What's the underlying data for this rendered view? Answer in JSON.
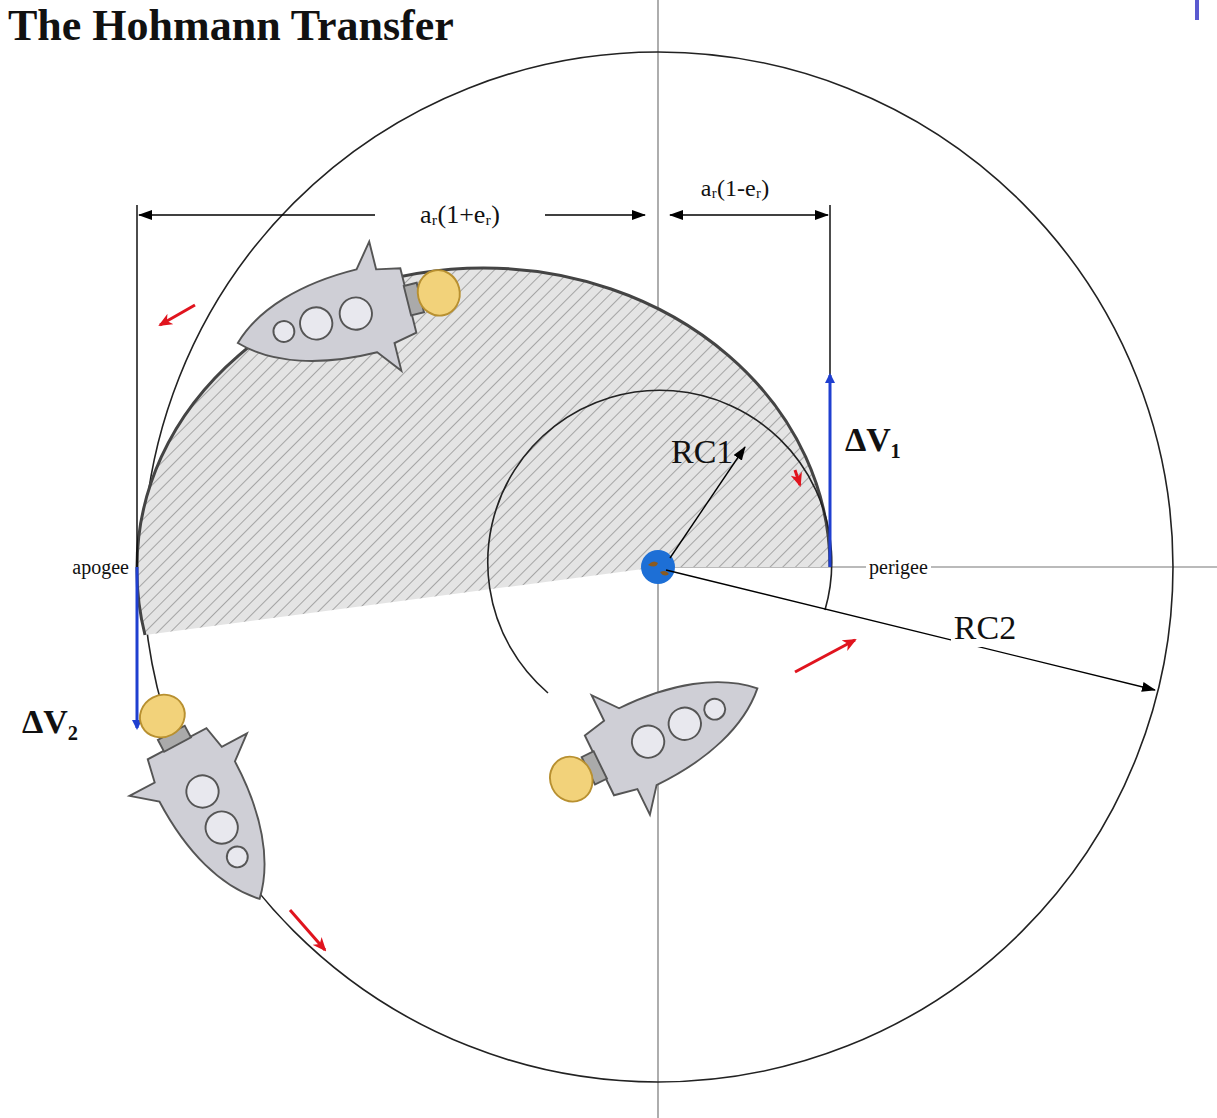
{
  "diagram": {
    "title": "The Hohmann Transfer",
    "labels": [
      "aᵣ(1+eᵣ)",
      "aᵣ(1-eᵣ)",
      "ΔV₁",
      "RC1",
      "apogee",
      "perigee",
      "RC2",
      "ΔV₂"
    ]
  }
}
